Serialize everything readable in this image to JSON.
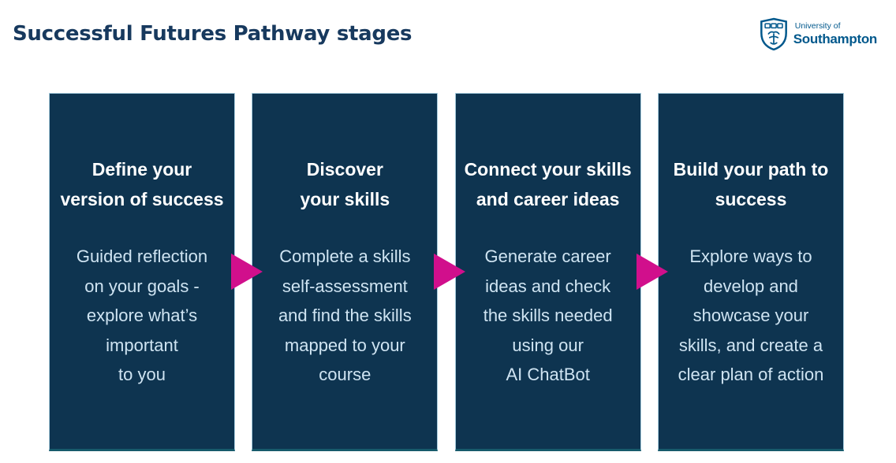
{
  "title": "Successful Futures Pathway stages",
  "logo": {
    "org_line1": "University of",
    "org_line2": "Southampton",
    "shield_icon": "university-of-southampton-crest"
  },
  "stages": [
    {
      "heading": "Define your\nversion of success",
      "body": "Guided reflection\non your goals -\nexplore what’s\nimportant\nto you"
    },
    {
      "heading": "Discover\nyour skills",
      "body": "Complete a skills\nself-assessment\nand find the skills\nmapped to your\ncourse"
    },
    {
      "heading": "Connect your skills\nand career ideas",
      "body": "Generate career\nideas and check\nthe skills needed\nusing our\nAI ChatBot"
    },
    {
      "heading": "Build your path to\nsuccess",
      "body": "Explore ways to\ndevelop and\nshowcase your\nskills, and create a\nclear plan of action"
    }
  ],
  "arrows": {
    "count": 3,
    "direction": "right"
  },
  "colors": {
    "card_bg": "#0E3450",
    "arrow_pink": "#D10F8C",
    "title_navy": "#17395E",
    "heading_text": "#FFFFFF",
    "body_text": "#CFE4F2",
    "logo_blue": "#00588C",
    "card_border_light": "#A5CBDD",
    "card_border_bottom": "#175A6B"
  }
}
